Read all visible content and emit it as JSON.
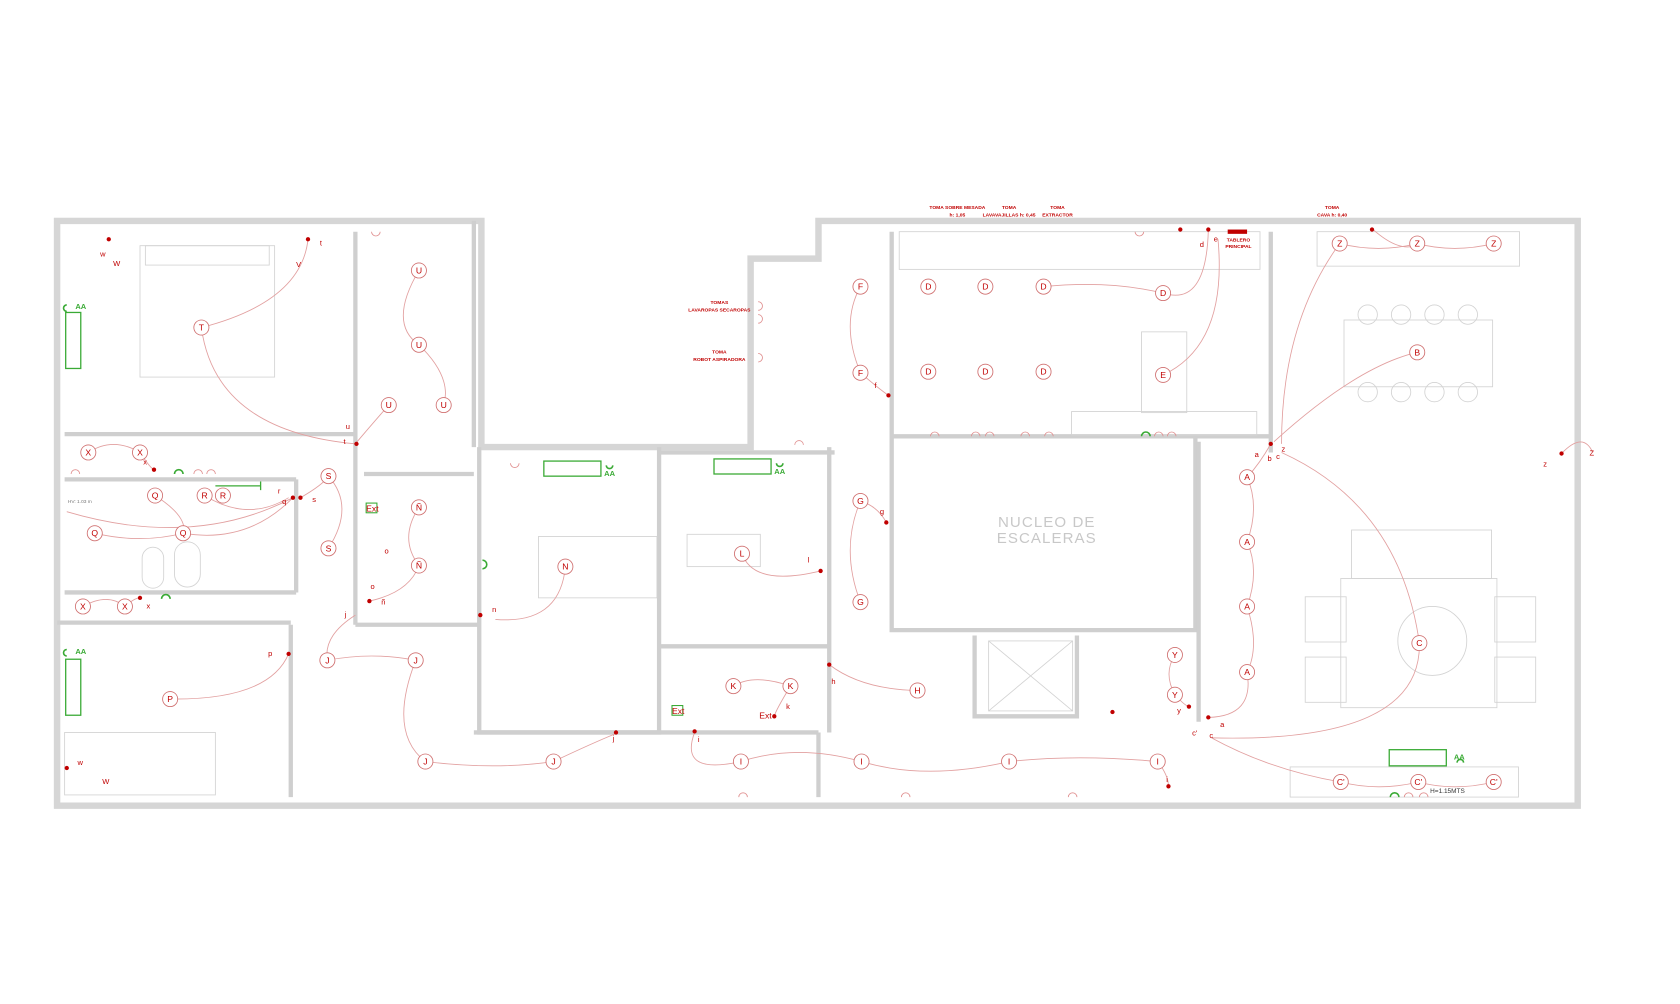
{
  "plan": {
    "core_label_line1": "NUCLEO DE",
    "core_label_line2": "ESCALERAS",
    "notes": {
      "toma_mesada_1": "TOMA SOBRE MESADA",
      "toma_mesada_2": "h: 1,05",
      "toma_lavavajillas_1": "TOMA",
      "toma_lavavajillas_2": "LAVAVAJILLAS h: 0,45",
      "toma_extractor_1": "TOMA",
      "toma_extractor_2": "EXTRACTOR",
      "tablero_1": "TABLERO",
      "tablero_2": "PRINCIPAL",
      "toma_cava_1": "TOMA",
      "toma_cava_2": "CAVA h: 0,40",
      "tomas_lavaropas_1": "TOMAS",
      "tomas_lavaropas_2": "LAVAROPAS SECAROPAS",
      "toma_robot_1": "TOMA",
      "toma_robot_2": "ROBOT ASPIRADORA",
      "height_mts": "H=1.15MTS",
      "hv": "HV: 1.03 m"
    },
    "aa_label": "AA",
    "ext_label": "Ext",
    "circuit_markers": [
      "T",
      "U",
      "U",
      "U",
      "U",
      "X",
      "X",
      "Q",
      "R",
      "R",
      "Q",
      "Q",
      "S",
      "S",
      "Ñ",
      "Ñ",
      "X",
      "X",
      "P",
      "J",
      "J",
      "J",
      "J",
      "N",
      "L",
      "G",
      "G",
      "K",
      "K",
      "H",
      "I",
      "I",
      "I",
      "I",
      "F",
      "F",
      "D",
      "D",
      "D",
      "D",
      "D",
      "D",
      "D",
      "E",
      "Z",
      "Z",
      "Z",
      "B",
      "A",
      "A",
      "A",
      "A",
      "C",
      "C'",
      "C'",
      "C'",
      "Y",
      "Y"
    ],
    "point_labels": [
      "w",
      "t",
      "u",
      "t",
      "x",
      "r",
      "q",
      "s",
      "o",
      "o",
      "ñ",
      "j",
      "p",
      "x",
      "w",
      "W",
      "n",
      "l",
      "g",
      "f",
      "k",
      "h",
      "j",
      "i",
      "i",
      "d",
      "e",
      "a",
      "b",
      "c",
      "z",
      "z",
      "y",
      "a",
      "c'",
      "c",
      "V",
      "W",
      "Z"
    ]
  },
  "colors": {
    "circuit": "#c00000",
    "wiring": "#e2a0a0",
    "air_conditioning": "#3aaa35",
    "walls": "#d6d6d6"
  }
}
